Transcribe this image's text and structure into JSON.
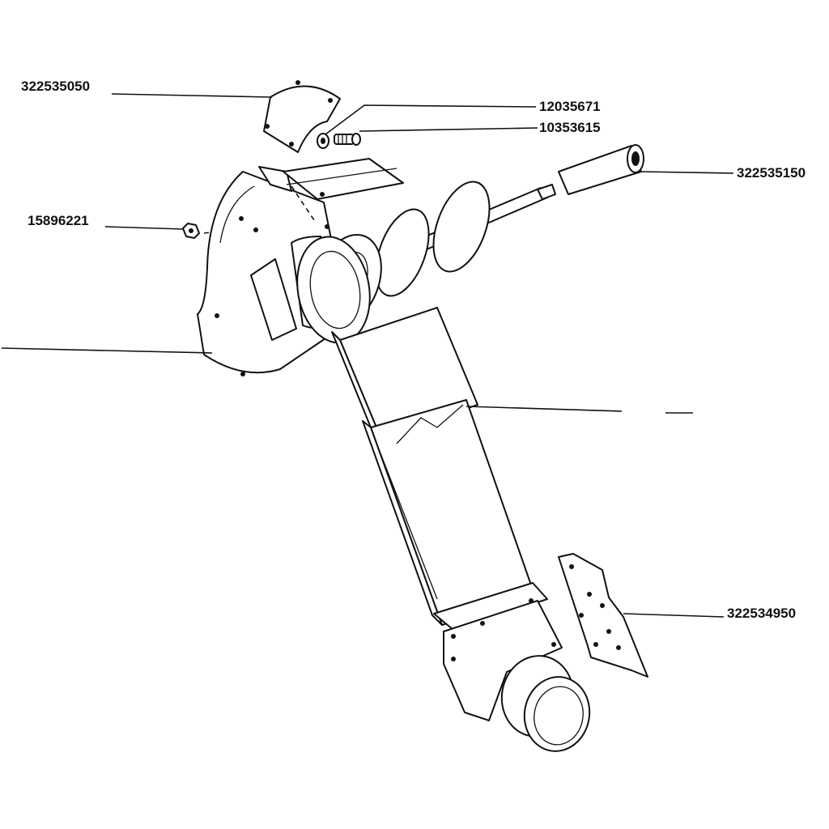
{
  "labels": {
    "shield": "322535050",
    "washer": "12035671",
    "screw": "10353615",
    "sleeve": "322535150",
    "nut": "15896221",
    "plate": "322534950"
  }
}
